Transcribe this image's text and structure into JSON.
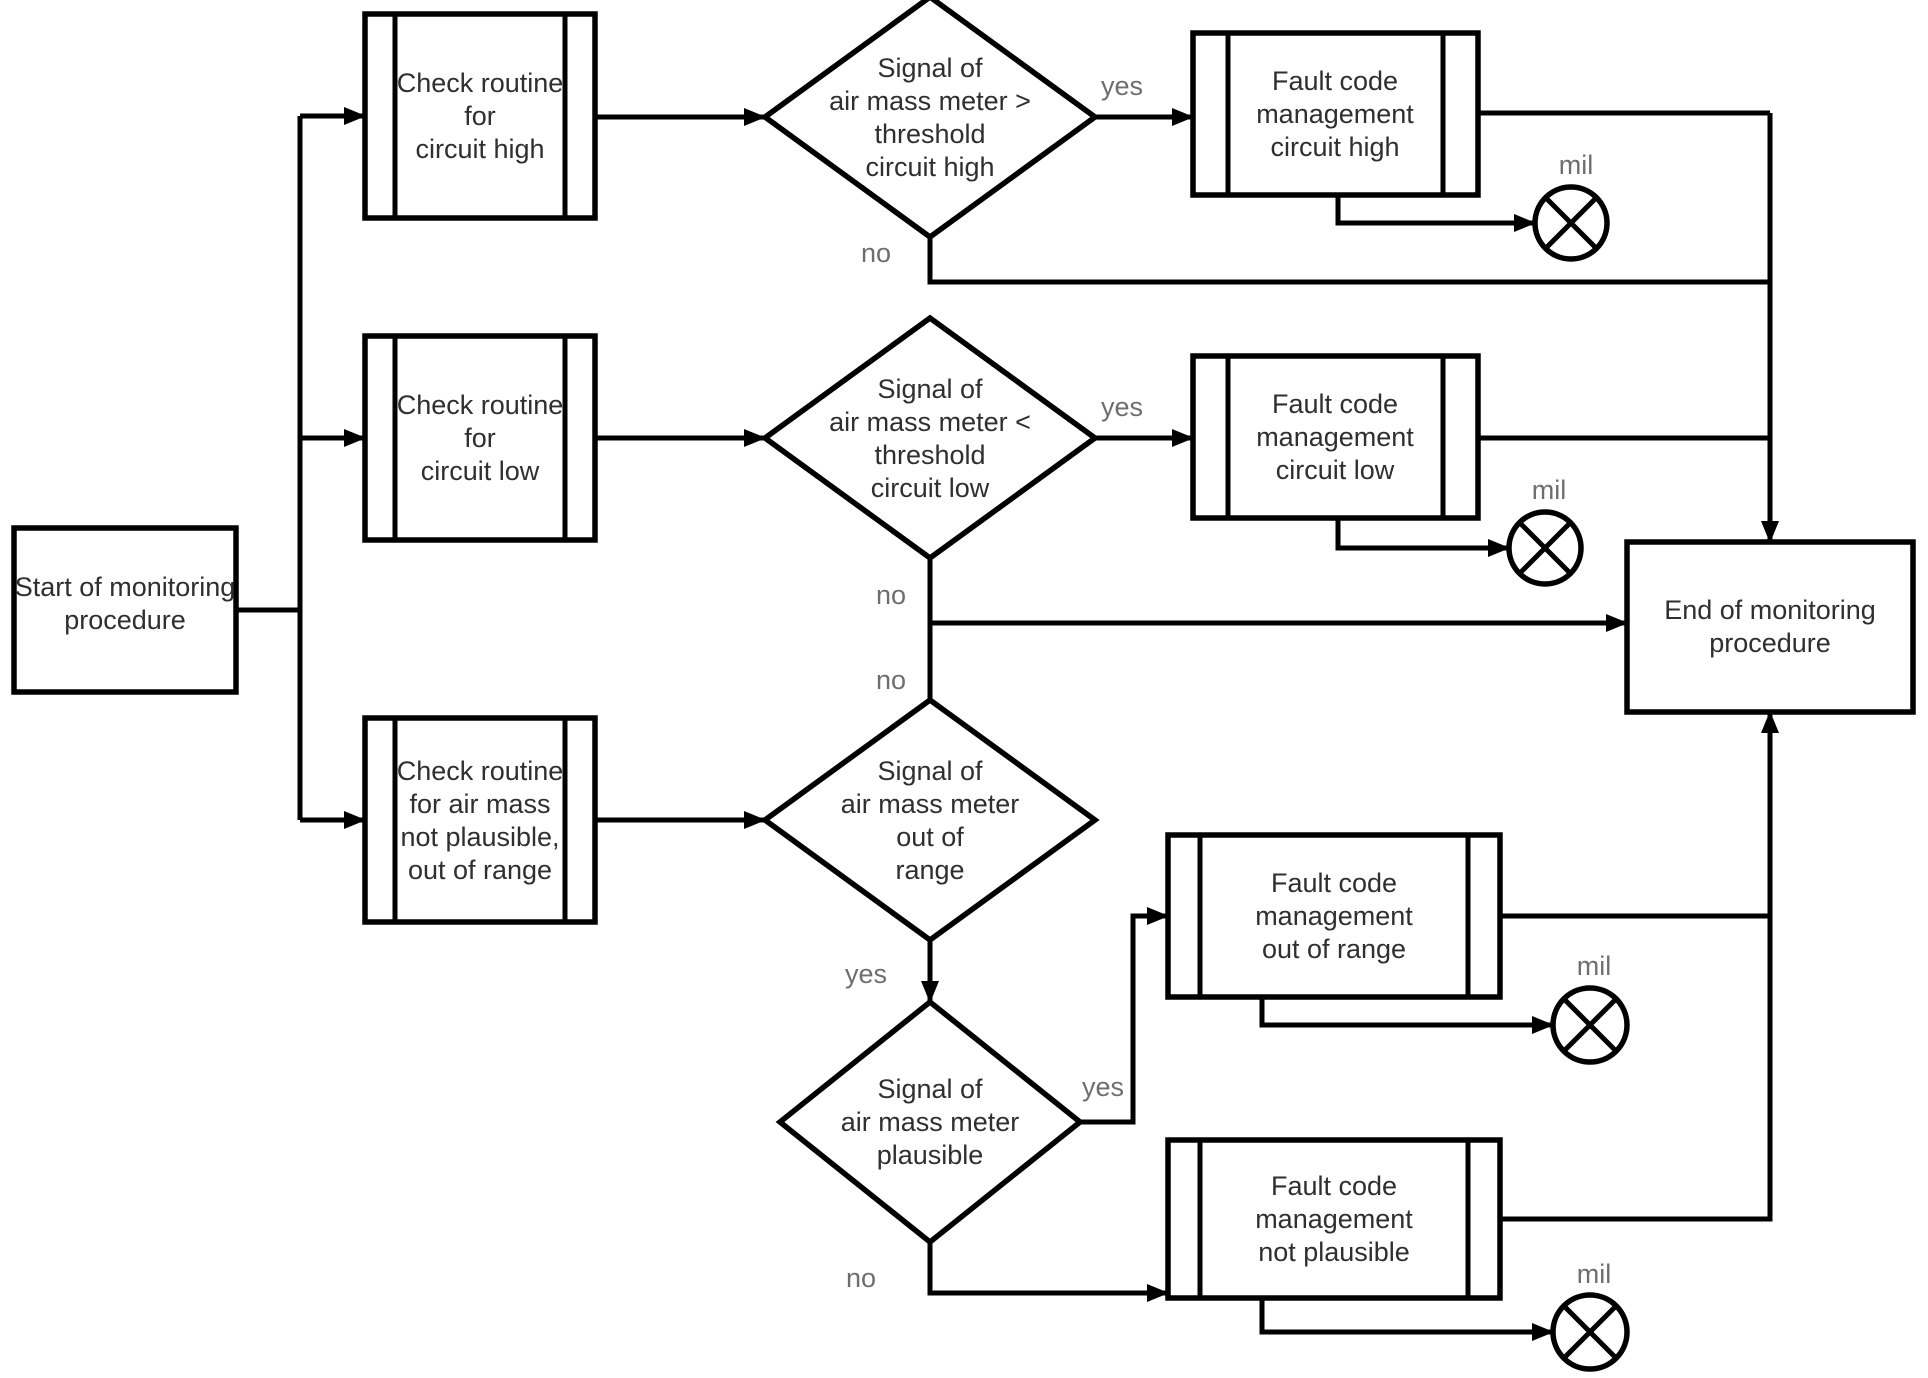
{
  "diagram": {
    "background": "#ffffff",
    "line_color": "#000000",
    "node_text_color": "#2f2f2f",
    "edge_label_color": "#6e6e6e"
  },
  "nodes": {
    "start": {
      "type": "process",
      "lines": [
        "Start of monitoring",
        "procedure"
      ]
    },
    "check_high": {
      "type": "predefined",
      "lines": [
        "Check routine",
        "for",
        "circuit high"
      ]
    },
    "check_low": {
      "type": "predefined",
      "lines": [
        "Check routine",
        "for",
        "circuit low"
      ]
    },
    "check_plausible": {
      "type": "predefined",
      "lines": [
        "Check routine",
        "for air mass",
        "not plausible,",
        "out of range"
      ]
    },
    "decision_high": {
      "type": "decision",
      "lines": [
        "Signal of",
        "air mass meter >",
        "threshold",
        "circuit high"
      ]
    },
    "decision_low": {
      "type": "decision",
      "lines": [
        "Signal of",
        "air mass meter <",
        "threshold",
        "circuit low"
      ]
    },
    "decision_range": {
      "type": "decision",
      "lines": [
        "Signal of",
        "air mass meter",
        "out of",
        "range"
      ]
    },
    "decision_plaus": {
      "type": "decision",
      "lines": [
        "Signal of",
        "air mass meter",
        "plausible"
      ]
    },
    "fault_high": {
      "type": "predefined",
      "lines": [
        "Fault code",
        "management",
        "circuit high"
      ]
    },
    "fault_low": {
      "type": "predefined",
      "lines": [
        "Fault code",
        "management",
        "circuit low"
      ]
    },
    "fault_range": {
      "type": "predefined",
      "lines": [
        "Fault code",
        "management",
        "out of range"
      ]
    },
    "fault_plaus": {
      "type": "predefined",
      "lines": [
        "Fault code",
        "management",
        "not plausible"
      ]
    },
    "end": {
      "type": "process",
      "lines": [
        "End of monitoring",
        "procedure"
      ]
    }
  },
  "edge_labels": {
    "circuit_high_yes": "yes",
    "circuit_high_no": "no",
    "circuit_low_yes": "yes",
    "circuit_low_no": "no",
    "out_of_range_no": "no",
    "out_of_range_yes": "yes",
    "plausible_yes": "yes",
    "plausible_no": "no",
    "mil": "mil"
  }
}
